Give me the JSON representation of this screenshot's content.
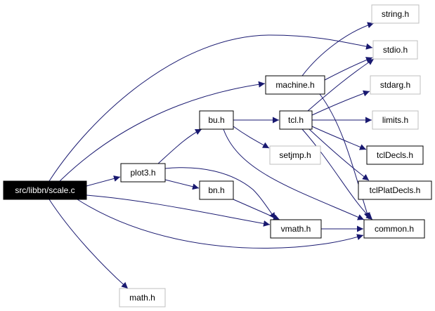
{
  "diagram": {
    "nodes": [
      {
        "id": "scale_c",
        "label": "src/libbn/scale.c",
        "style": "root"
      },
      {
        "id": "plot3_h",
        "label": "plot3.h",
        "style": "documented"
      },
      {
        "id": "bu_h",
        "label": "bu.h",
        "style": "documented"
      },
      {
        "id": "bn_h",
        "label": "bn.h",
        "style": "documented"
      },
      {
        "id": "machine_h",
        "label": "machine.h",
        "style": "documented"
      },
      {
        "id": "tcl_h",
        "label": "tcl.h",
        "style": "documented"
      },
      {
        "id": "vmath_h",
        "label": "vmath.h",
        "style": "documented"
      },
      {
        "id": "common_h",
        "label": "common.h",
        "style": "documented"
      },
      {
        "id": "tclDecls_h",
        "label": "tclDecls.h",
        "style": "documented"
      },
      {
        "id": "tclPlatDecls_h",
        "label": "tclPlatDecls.h",
        "style": "documented"
      },
      {
        "id": "string_h",
        "label": "string.h",
        "style": "external"
      },
      {
        "id": "stdio_h",
        "label": "stdio.h",
        "style": "external"
      },
      {
        "id": "stdarg_h",
        "label": "stdarg.h",
        "style": "external"
      },
      {
        "id": "limits_h",
        "label": "limits.h",
        "style": "external"
      },
      {
        "id": "setjmp_h",
        "label": "setjmp.h",
        "style": "external"
      },
      {
        "id": "math_h",
        "label": "math.h",
        "style": "external"
      }
    ],
    "edges": [
      {
        "from": "scale_c",
        "to": "stdio_h"
      },
      {
        "from": "scale_c",
        "to": "machine_h"
      },
      {
        "from": "scale_c",
        "to": "plot3_h"
      },
      {
        "from": "scale_c",
        "to": "vmath_h"
      },
      {
        "from": "scale_c",
        "to": "common_h"
      },
      {
        "from": "scale_c",
        "to": "math_h"
      },
      {
        "from": "plot3_h",
        "to": "bu_h"
      },
      {
        "from": "plot3_h",
        "to": "bn_h"
      },
      {
        "from": "plot3_h",
        "to": "vmath_h"
      },
      {
        "from": "bu_h",
        "to": "tcl_h"
      },
      {
        "from": "bu_h",
        "to": "setjmp_h"
      },
      {
        "from": "bu_h",
        "to": "common_h"
      },
      {
        "from": "bn_h",
        "to": "vmath_h"
      },
      {
        "from": "machine_h",
        "to": "string_h"
      },
      {
        "from": "machine_h",
        "to": "stdio_h"
      },
      {
        "from": "machine_h",
        "to": "common_h"
      },
      {
        "from": "tcl_h",
        "to": "stdio_h"
      },
      {
        "from": "tcl_h",
        "to": "stdarg_h"
      },
      {
        "from": "tcl_h",
        "to": "limits_h"
      },
      {
        "from": "tcl_h",
        "to": "tclDecls_h"
      },
      {
        "from": "tcl_h",
        "to": "tclPlatDecls_h"
      },
      {
        "from": "tcl_h",
        "to": "common_h"
      },
      {
        "from": "vmath_h",
        "to": "common_h"
      }
    ],
    "colors": {
      "edge": "#191970",
      "root_fill": "#000000",
      "root_text": "#ffffff",
      "documented_border": "#000000",
      "external_border": "#bfbfbf",
      "text": "#000000"
    }
  }
}
